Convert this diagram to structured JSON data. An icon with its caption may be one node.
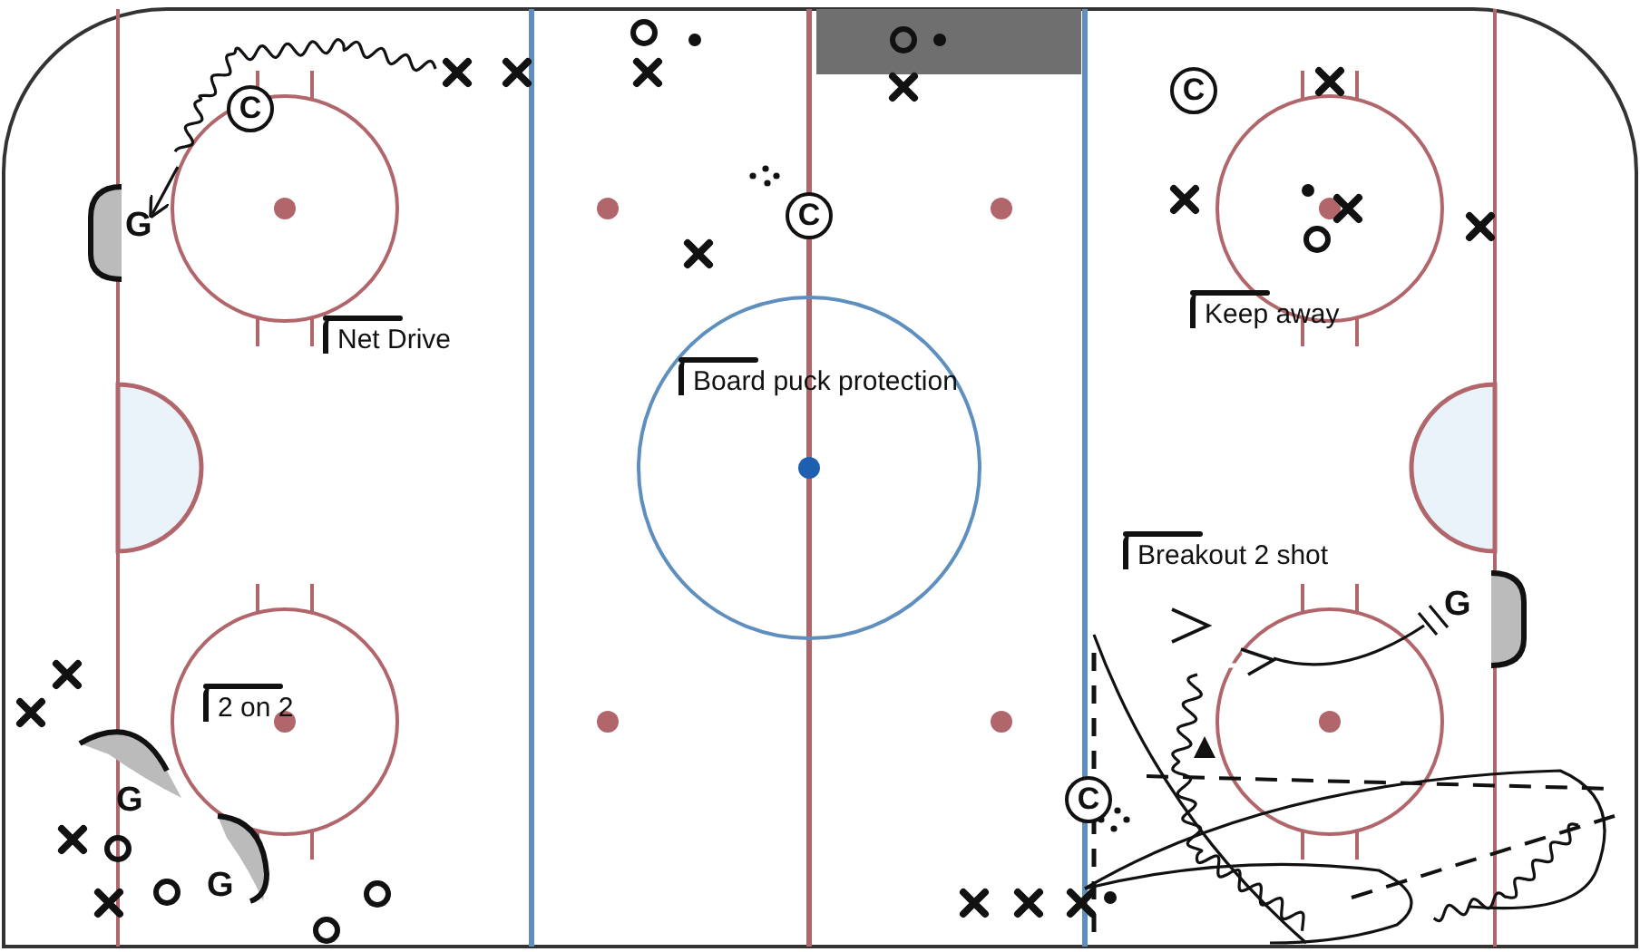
{
  "diagram": {
    "labels": [
      "C",
      "C",
      "G",
      "C",
      "Keep away",
      "Net Drive",
      "Board puck protection",
      "Breakout 2 shot",
      "G",
      "2 on 2",
      "C",
      "G",
      "G"
    ]
  }
}
